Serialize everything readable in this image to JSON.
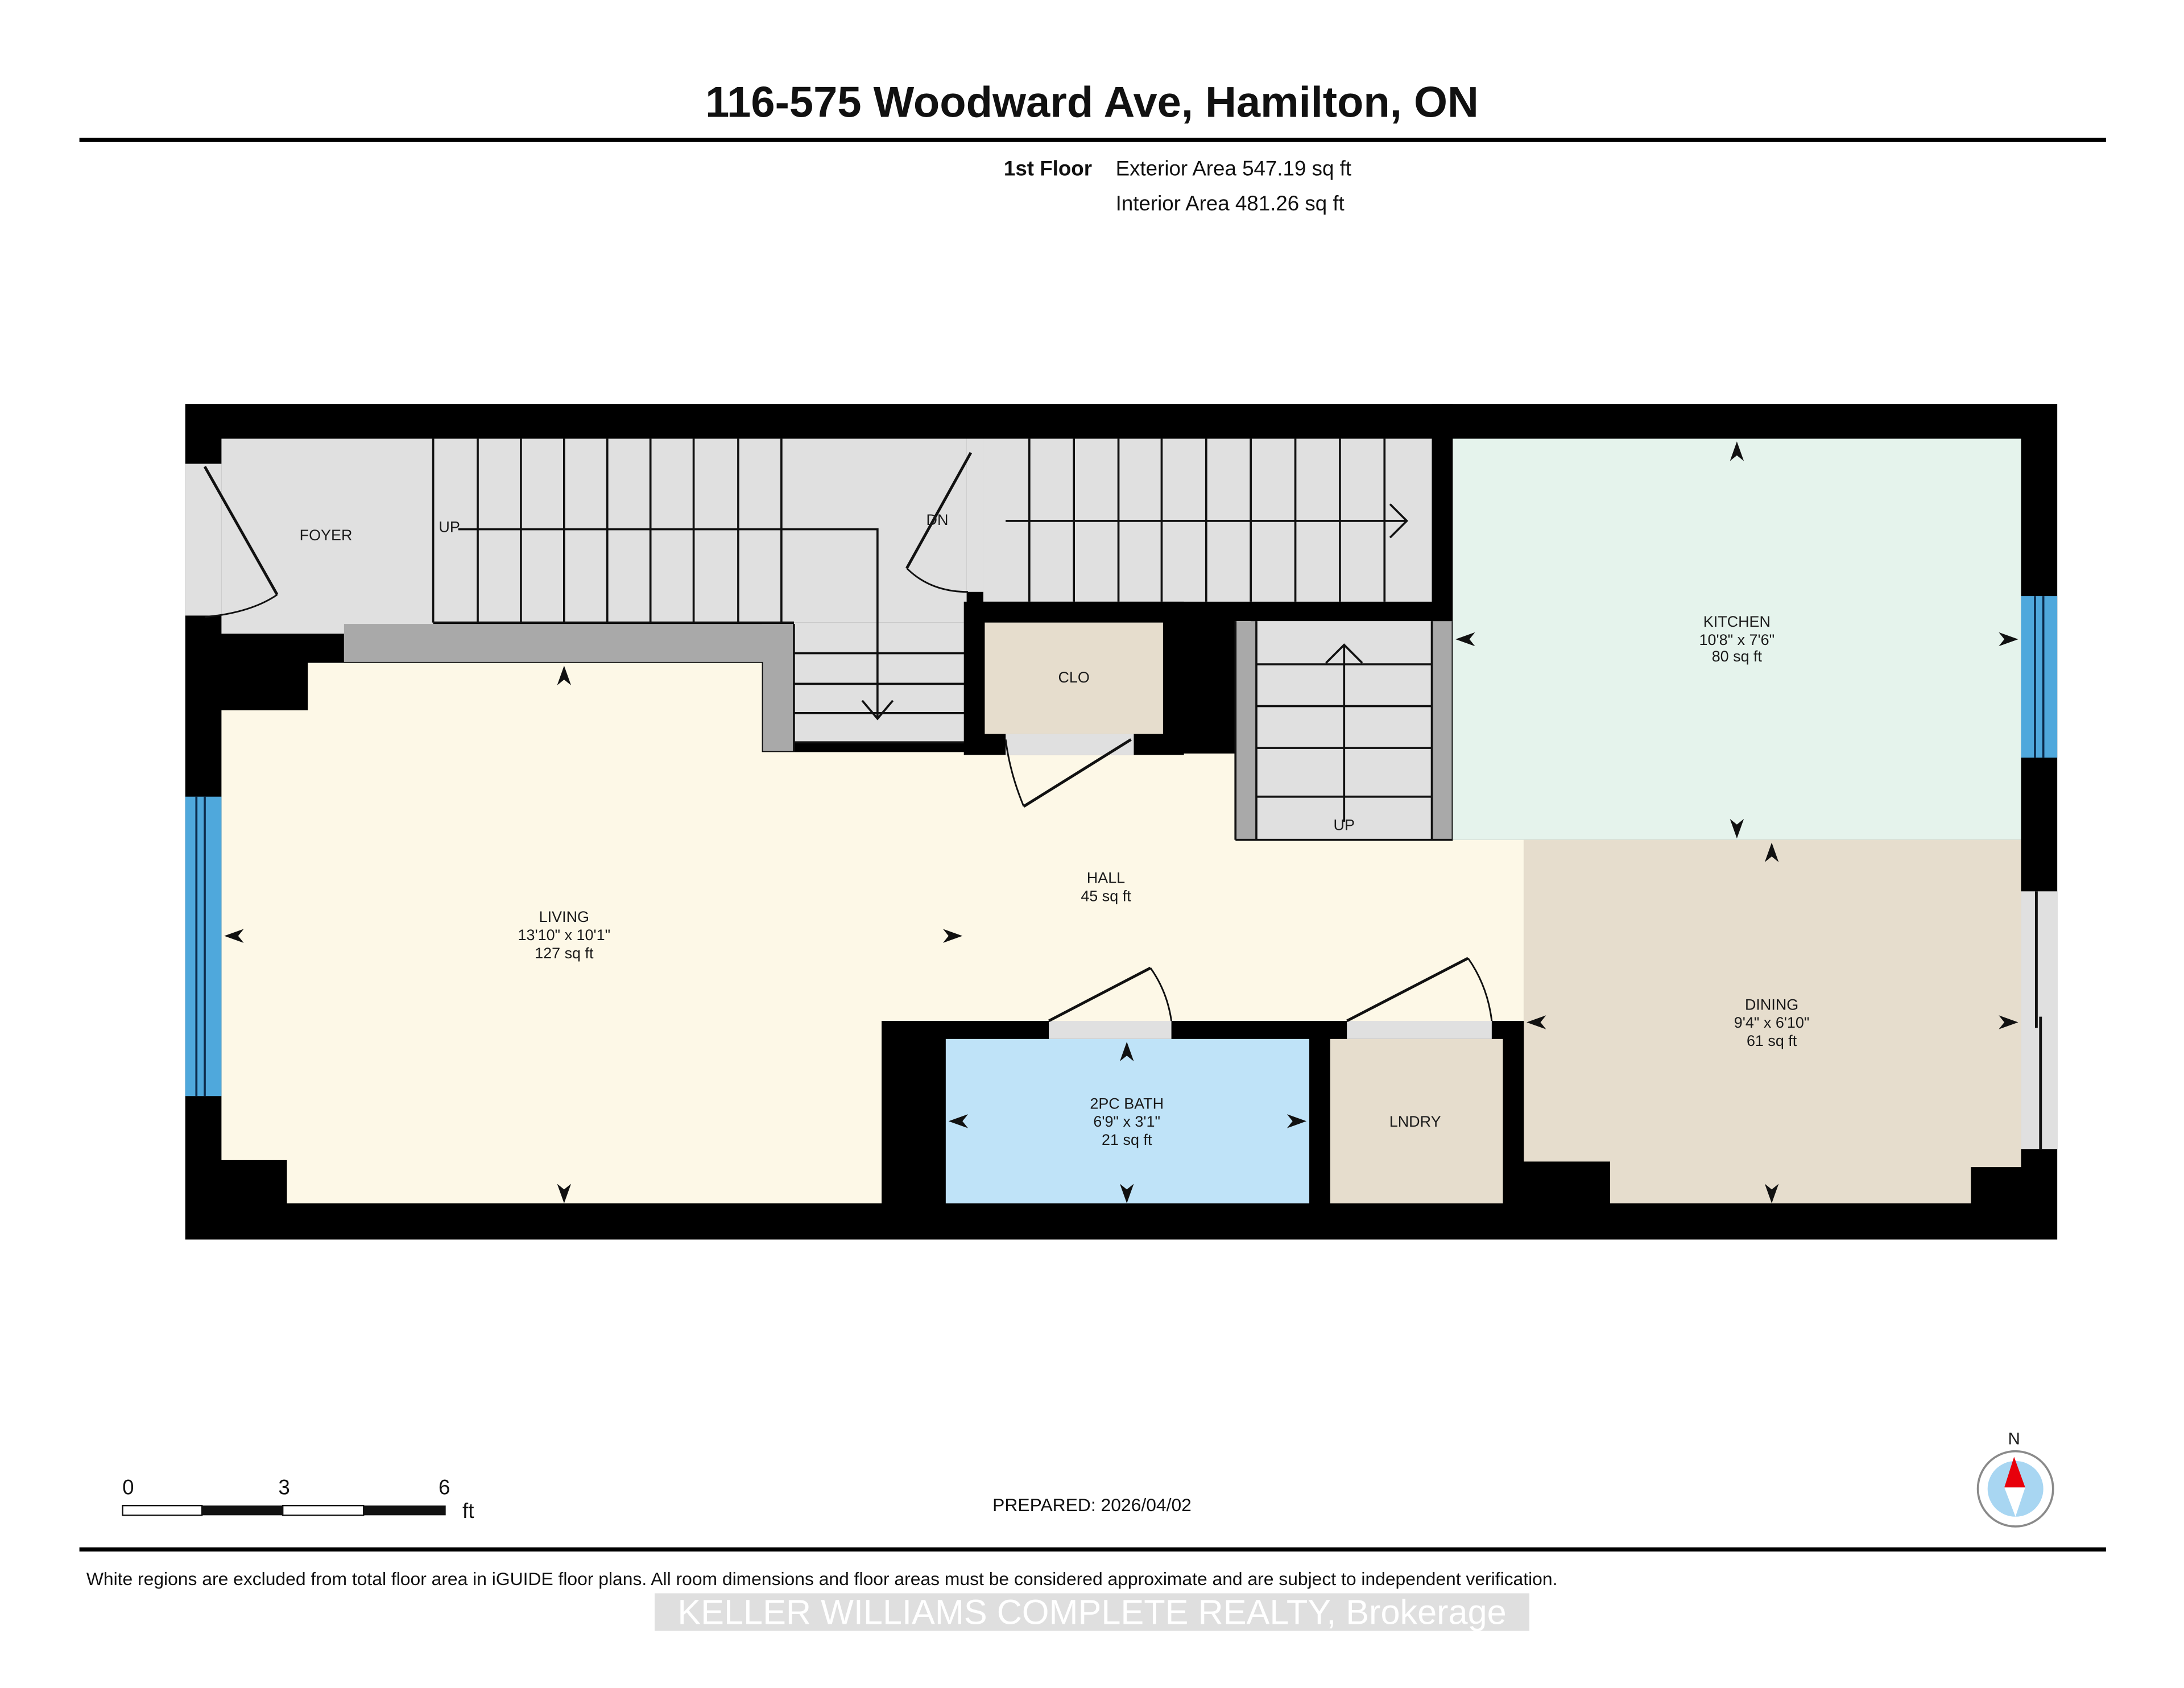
{
  "header": {
    "title": "116-575 Woodward Ave, Hamilton, ON",
    "floor_label": "1st Floor",
    "exterior_area": "Exterior Area 547.19 sq ft",
    "interior_area": "Interior Area 481.26 sq ft"
  },
  "rooms": {
    "foyer": {
      "name": "FOYER"
    },
    "stairs_up_label": "UP",
    "stairs_dn_label": "DN",
    "stairs_up2_label": "UP",
    "closet": {
      "name": "CLO"
    },
    "kitchen": {
      "name": "KITCHEN",
      "dims": "10'8\" x 7'6\"",
      "area": "80 sq ft"
    },
    "living": {
      "name": "LIVING",
      "dims": "13'10\" x 10'1\"",
      "area": "127 sq ft"
    },
    "hall": {
      "name": "HALL",
      "area": "45 sq ft"
    },
    "bath": {
      "name": "2PC BATH",
      "dims": "6'9\" x 3'1\"",
      "area": "21 sq ft"
    },
    "laundry": {
      "name": "LNDRY"
    },
    "dining": {
      "name": "DINING",
      "dims": "9'4\" x 6'10\"",
      "area": "61 sq ft"
    }
  },
  "colors": {
    "wall": "#000000",
    "stairs": "#e0e0e0",
    "ledge": "#a9a9a9",
    "living_hall": "#fdf8e7",
    "kitchen": "#e5f3ec",
    "dining": "#e6ddcd",
    "closet": "#e6ddcd",
    "laundry": "#e6ddcd",
    "bath": "#bfe3f8",
    "window": "#4fa8dc",
    "compass_red": "#e8000b",
    "compass_fill": "#a8d6f2"
  },
  "scale_bar": {
    "ticks": [
      "0",
      "3",
      "6"
    ],
    "unit": "ft"
  },
  "prepared": "PREPARED: 2026/04/02",
  "compass": {
    "north_label": "N"
  },
  "footer": {
    "disclaimer": "White regions are excluded from total floor area in iGUIDE floor plans. All room dimensions and floor areas must be considered approximate and are subject to independent verification.",
    "watermark": "KELLER WILLIAMS COMPLETE REALTY, Brokerage"
  }
}
